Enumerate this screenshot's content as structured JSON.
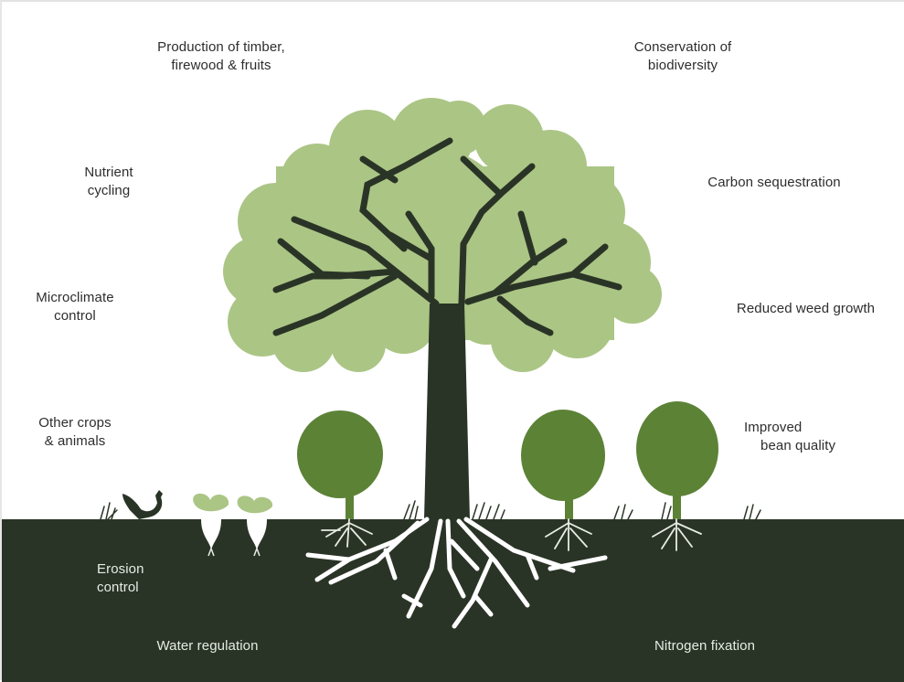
{
  "diagram": {
    "title": "Agroforestry benefits",
    "colors": {
      "soil": "#2a3426",
      "canopy_light": "#abc585",
      "small_tree": "#5c8236",
      "trunk": "#2a3426",
      "roots": "#ffffff",
      "crop_leaves": "#abc585",
      "text_dark": "#2d2d2d",
      "text_light": "#e6ece4"
    },
    "labels_above_ground": {
      "production": [
        "Production of timber,",
        "firewood & fruits"
      ],
      "biodiversity": [
        "Conservation of",
        "biodiversity"
      ],
      "nutrient": [
        "Nutrient",
        "cycling"
      ],
      "carbon": [
        "Carbon sequestration"
      ],
      "microclimate": [
        "Microclimate",
        "control"
      ],
      "weed": [
        "Reduced weed growth"
      ],
      "other_crops": [
        "Other crops",
        "& animals"
      ],
      "bean": [
        "Improved",
        "bean quality"
      ]
    },
    "labels_below_ground": {
      "erosion": [
        "Erosion",
        "control"
      ],
      "water": [
        "Water regulation"
      ],
      "nitrogen": [
        "Nitrogen fixation"
      ]
    },
    "elements": {
      "main_tree": "shade-tree",
      "small_trees": [
        "coffee-shrub-1",
        "coffee-shrub-2",
        "coffee-shrub-3"
      ],
      "crops": [
        "root-crop-1",
        "root-crop-2"
      ],
      "animal": "chicken"
    }
  }
}
